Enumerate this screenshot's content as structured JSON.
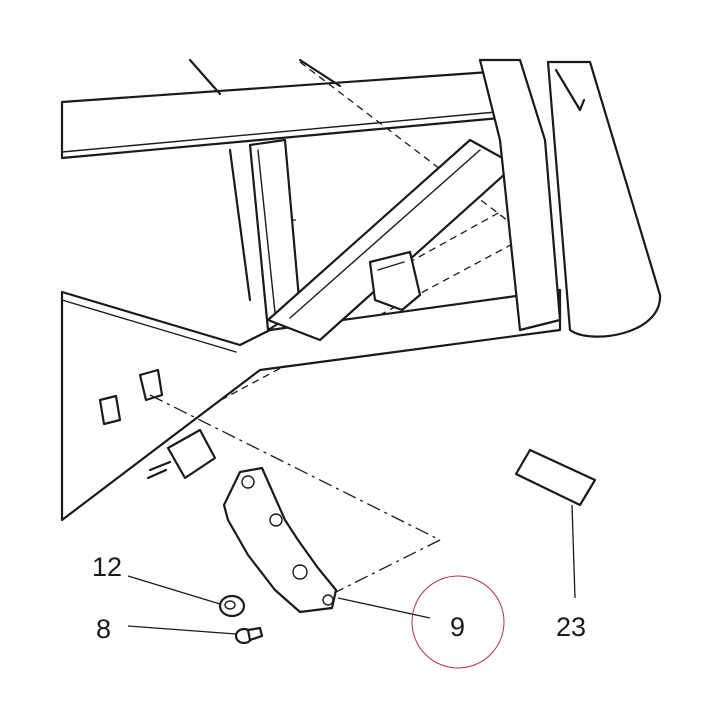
{
  "callouts": {
    "c12": "12",
    "c8": "8",
    "c9": "9",
    "c23": "23"
  },
  "colors": {
    "line": "#1a1a1a",
    "highlight_circle": "#b0305a",
    "background": "#ffffff"
  }
}
